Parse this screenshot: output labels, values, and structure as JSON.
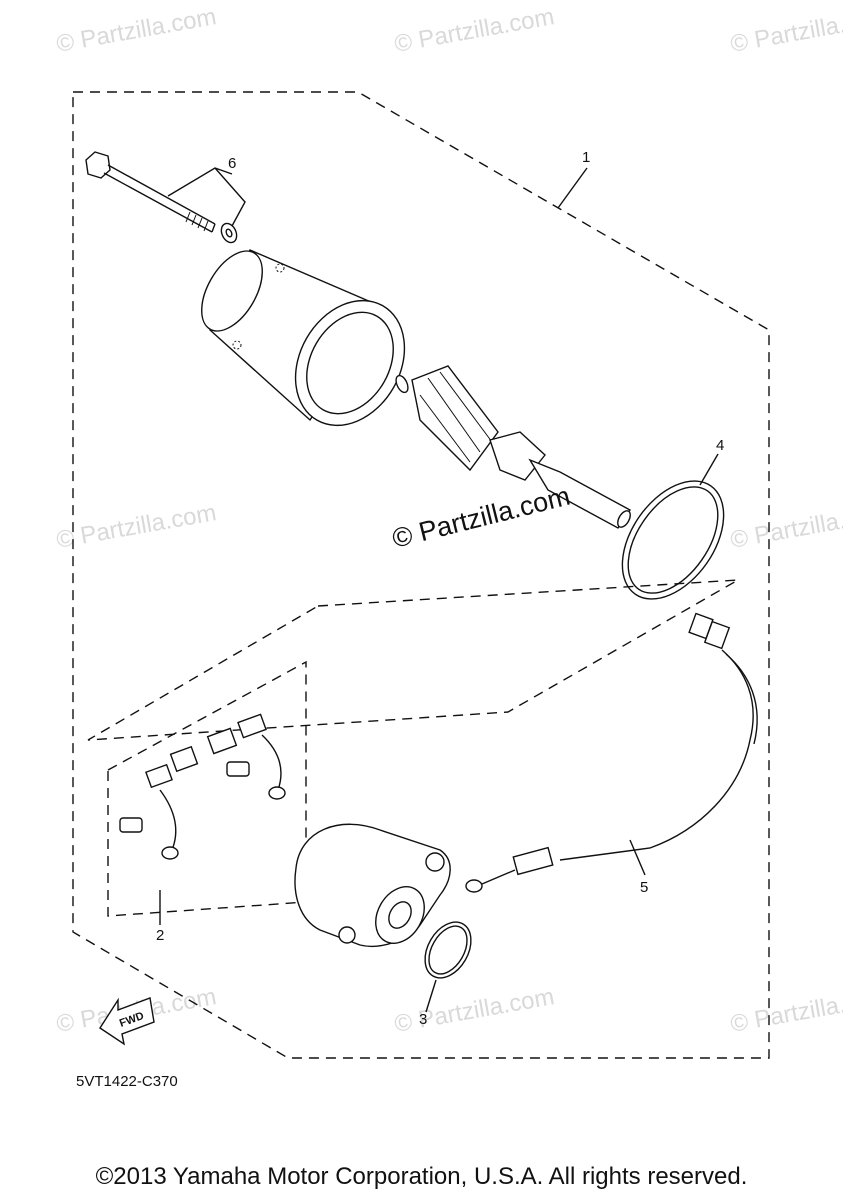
{
  "watermarks": {
    "text": "© Partzilla.com",
    "center": "© Partzilla.com"
  },
  "callouts": {
    "c1": "1",
    "c2": "2",
    "c3": "3",
    "c4": "4",
    "c5": "5",
    "c6": "6"
  },
  "fwd_label": "FWD",
  "diagram_code": "5VT1422-C370",
  "copyright": "©2013 Yamaha Motor Corporation, U.S.A. All rights reserved."
}
